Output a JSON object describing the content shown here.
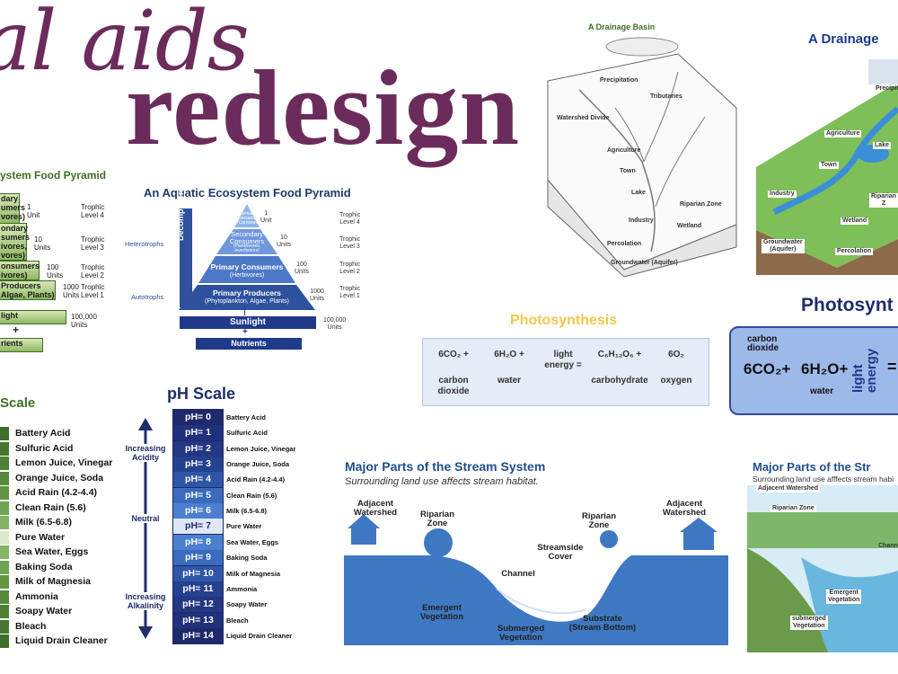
{
  "title": {
    "script": "al aids",
    "main": "redesign"
  },
  "old_food_pyramid": {
    "title": "ystem Food Pyramid",
    "levels": [
      {
        "label": "dary\numers\nvores)",
        "units": "1\nUnit",
        "trophic": "Trophic\nLevel 4"
      },
      {
        "label": "ondary\nsumers\nivores,\nvores)",
        "units": "10\nUnits",
        "trophic": "Trophic\nLevel 3"
      },
      {
        "label": "onsumers\nivores)",
        "units": "100\nUnits",
        "trophic": "Trophic\nLevel 2"
      },
      {
        "label": "Producers\nAlgae, Plants)",
        "units": "1000\nUnits",
        "trophic": "Trophic\nLevel 1"
      }
    ],
    "sunlight": "light",
    "sunlight_units": "100,000\nUnits",
    "plus": "+",
    "nutrients": "rients"
  },
  "aquatic_pyramid": {
    "title": "An Aquatic Ecosystem Food Pyramid",
    "decomposers": "Decomposers",
    "heterotrophs": "Heterotrophs",
    "autotrophs": "Autotrophs",
    "levels": [
      {
        "name": "Tertiary\nConsumers\n(Carnivores)",
        "units": "1\nUnit",
        "trophic": "Trophic\nLevel 4"
      },
      {
        "name": "Secondary\nConsumers",
        "sub": "(Planktivores,\nInvertivores)",
        "units": "10\nUnits",
        "trophic": "Trophic\nLevel 3"
      },
      {
        "name": "Primary Consumers",
        "sub": "(Herbivores)",
        "units": "100\nUnits",
        "trophic": "Trophic\nLevel 2"
      },
      {
        "name": "Primary Producers",
        "sub": "(Phytoplankton, Algae, Plants)",
        "units": "1000\nUnits",
        "trophic": "Trophic\nLevel 1"
      }
    ],
    "sunlight": "Sunlight",
    "sunlight_units": "100,000\nUnits",
    "plus": "+",
    "nutrients": "Nutrients"
  },
  "drainage_sketch": {
    "title": "A Drainage Basin",
    "labels": [
      "Precipitation",
      "Tributaries",
      "Watershed Divide",
      "Agriculture",
      "Town",
      "Lake",
      "Riparian Zone",
      "Industry",
      "Wetland",
      "Percolation",
      "Groundwater (Aquifer)"
    ]
  },
  "drainage_color": {
    "title": "A Drainage",
    "labels": [
      "Precipit",
      "Agriculture",
      "Lake",
      "Town",
      "Industry",
      "Riparian Z",
      "Wetland",
      "Groundwater\n(Aquifer)",
      "Percolation"
    ]
  },
  "photosynthesis": {
    "title": "Photosynthesis",
    "items": [
      {
        "formula": "6CO₂ +",
        "name": "carbon\ndioxide"
      },
      {
        "formula": "6H₂O +",
        "name": "water"
      },
      {
        "formula": "light\nenergy =",
        "name": ""
      },
      {
        "formula": "C₆H₁₂O₆ +",
        "name": "carbohydrate"
      },
      {
        "formula": "6O₂",
        "name": "oxygen"
      }
    ]
  },
  "photosynthesis2": {
    "title": "Photosynt",
    "carbon_dioxide": "carbon\ndioxide",
    "co2": "6CO₂+",
    "h2o": "6H₂O+",
    "water": "water",
    "light_energy": "light\nenergy",
    "equals": "="
  },
  "ph_old": {
    "title": "Scale",
    "items": [
      "Battery Acid",
      "Sulfuric Acid",
      "Lemon Juice, Vinegar",
      "Orange Juice, Soda",
      "Acid Rain (4.2-4.4)",
      "Clean Rain (5.6)",
      "Milk (6.5-6.8)",
      "Pure Water",
      "Sea Water, Eggs",
      "Baking Soda",
      "Milk of Magnesia",
      "Ammonia",
      "Soapy Water",
      "Bleach",
      "Liquid Drain Cleaner"
    ]
  },
  "ph_new": {
    "title": "pH Scale",
    "increasing_acidity": "Increasing\nAcidity",
    "neutral": "Neutral",
    "increasing_alkalinity": "Increasing\nAlkalinity",
    "rows": [
      {
        "ph": "pH= 0",
        "name": "Battery Acid"
      },
      {
        "ph": "pH= 1",
        "name": "Sulfuric Acid"
      },
      {
        "ph": "pH= 2",
        "name": "Lemon Juice, Vinegar"
      },
      {
        "ph": "pH= 3",
        "name": "Orange Juice, Soda"
      },
      {
        "ph": "pH= 4",
        "name": "Acid Rain (4.2-4.4)"
      },
      {
        "ph": "pH= 5",
        "name": "Clean Rain (5.6)"
      },
      {
        "ph": "pH= 6",
        "name": "Milk (6.5-6.8)"
      },
      {
        "ph": "pH= 7",
        "name": "Pure Water"
      },
      {
        "ph": "pH= 8",
        "name": "Sea Water, Eggs"
      },
      {
        "ph": "pH= 9",
        "name": "Baking Soda"
      },
      {
        "ph": "pH= 10",
        "name": "Milk of Magnesia"
      },
      {
        "ph": "pH= 11",
        "name": "Ammonia"
      },
      {
        "ph": "pH= 12",
        "name": "Soapy Water"
      },
      {
        "ph": "pH= 13",
        "name": "Bleach"
      },
      {
        "ph": "pH= 14",
        "name": "Liquid Drain Cleaner"
      }
    ],
    "colors": [
      "#1f2a6b",
      "#21307a",
      "#233783",
      "#25408f",
      "#2f56a6",
      "#3a6bbd",
      "#4a80cf",
      "#dfe6f5",
      "#4a80cf",
      "#3a6bbd",
      "#2f56a6",
      "#25408f",
      "#233783",
      "#21307a",
      "#1f2a6b"
    ]
  },
  "stream": {
    "title": "Major Parts of the Stream System",
    "subtitle": "Surrounding land use affects stream habitat.",
    "labels": {
      "adjacent_left": "Adjacent\nWatershed",
      "riparian_left": "Riparian\nZone",
      "riparian_right": "Riparian\nZone",
      "adjacent_right": "Adjacent\nWatershed",
      "streamside": "Streamside\nCover",
      "channel": "Channel",
      "emergent": "Emergent\nVegetation",
      "submerged": "Submerged\nVegetation",
      "substrate": "Substrate\n(Stream Bottom)"
    }
  },
  "stream2": {
    "title": "Major Parts of the Str",
    "subtitle": "Surrounding land use afffects stream habi",
    "labels": {
      "adjacent": "Adjacent Watershed",
      "riparian": "Riparian Zone",
      "channel": "Chann",
      "emergent": "Emergent\nVegetation",
      "submerged": "submerged\nVegetation"
    }
  }
}
